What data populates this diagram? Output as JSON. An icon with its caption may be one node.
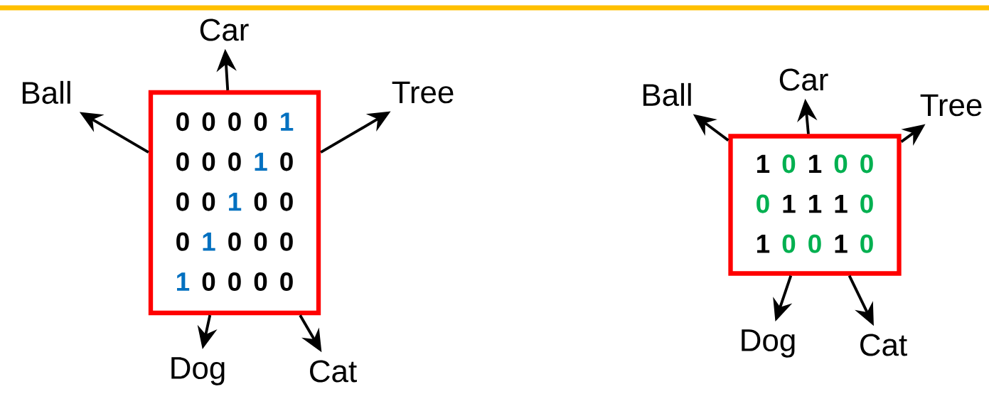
{
  "diagram": {
    "nodes": [
      {
        "text": [
          "0",
          "0",
          "0",
          "0",
          "1",
          "0",
          "0",
          "0",
          "1",
          "0",
          "0",
          "0",
          "1",
          "0",
          "0",
          "0",
          "1",
          "0",
          "0",
          "0",
          "1",
          "0",
          "0",
          "0",
          "0"
        ]
      },
      {
        "text": [
          "Car"
        ]
      },
      {
        "text": [
          "Ball"
        ]
      },
      {
        "text": [
          "Tree"
        ]
      },
      {
        "text": [
          "Dog"
        ]
      },
      {
        "text": [
          "Cat"
        ]
      },
      {
        "text": [
          "1",
          "0",
          "1",
          "0",
          "0",
          "0",
          "1",
          "1",
          "1",
          "0",
          "1",
          "0",
          "0",
          "1",
          "0"
        ]
      },
      {
        "text": [
          "Car"
        ]
      },
      {
        "text": [
          "Ball"
        ]
      },
      {
        "text": [
          "Tree"
        ]
      },
      {
        "text": [
          "Dog"
        ]
      },
      {
        "text": [
          "Cat"
        ]
      }
    ],
    "edges": [
      {
        "from": 0,
        "to": 1,
        "arrow": "to"
      },
      {
        "from": 0,
        "to": 2,
        "arrow": "to"
      },
      {
        "from": 0,
        "to": 3,
        "arrow": "to"
      },
      {
        "from": 0,
        "to": 4,
        "arrow": "to"
      },
      {
        "from": 0,
        "to": 5,
        "arrow": "to"
      },
      {
        "from": 6,
        "to": 7,
        "arrow": "to"
      },
      {
        "from": 6,
        "to": 8,
        "arrow": "to"
      },
      {
        "from": 6,
        "to": 9,
        "arrow": "to"
      },
      {
        "from": 6,
        "to": 10,
        "arrow": "to"
      },
      {
        "from": 6,
        "to": 11,
        "arrow": "to"
      }
    ]
  }
}
